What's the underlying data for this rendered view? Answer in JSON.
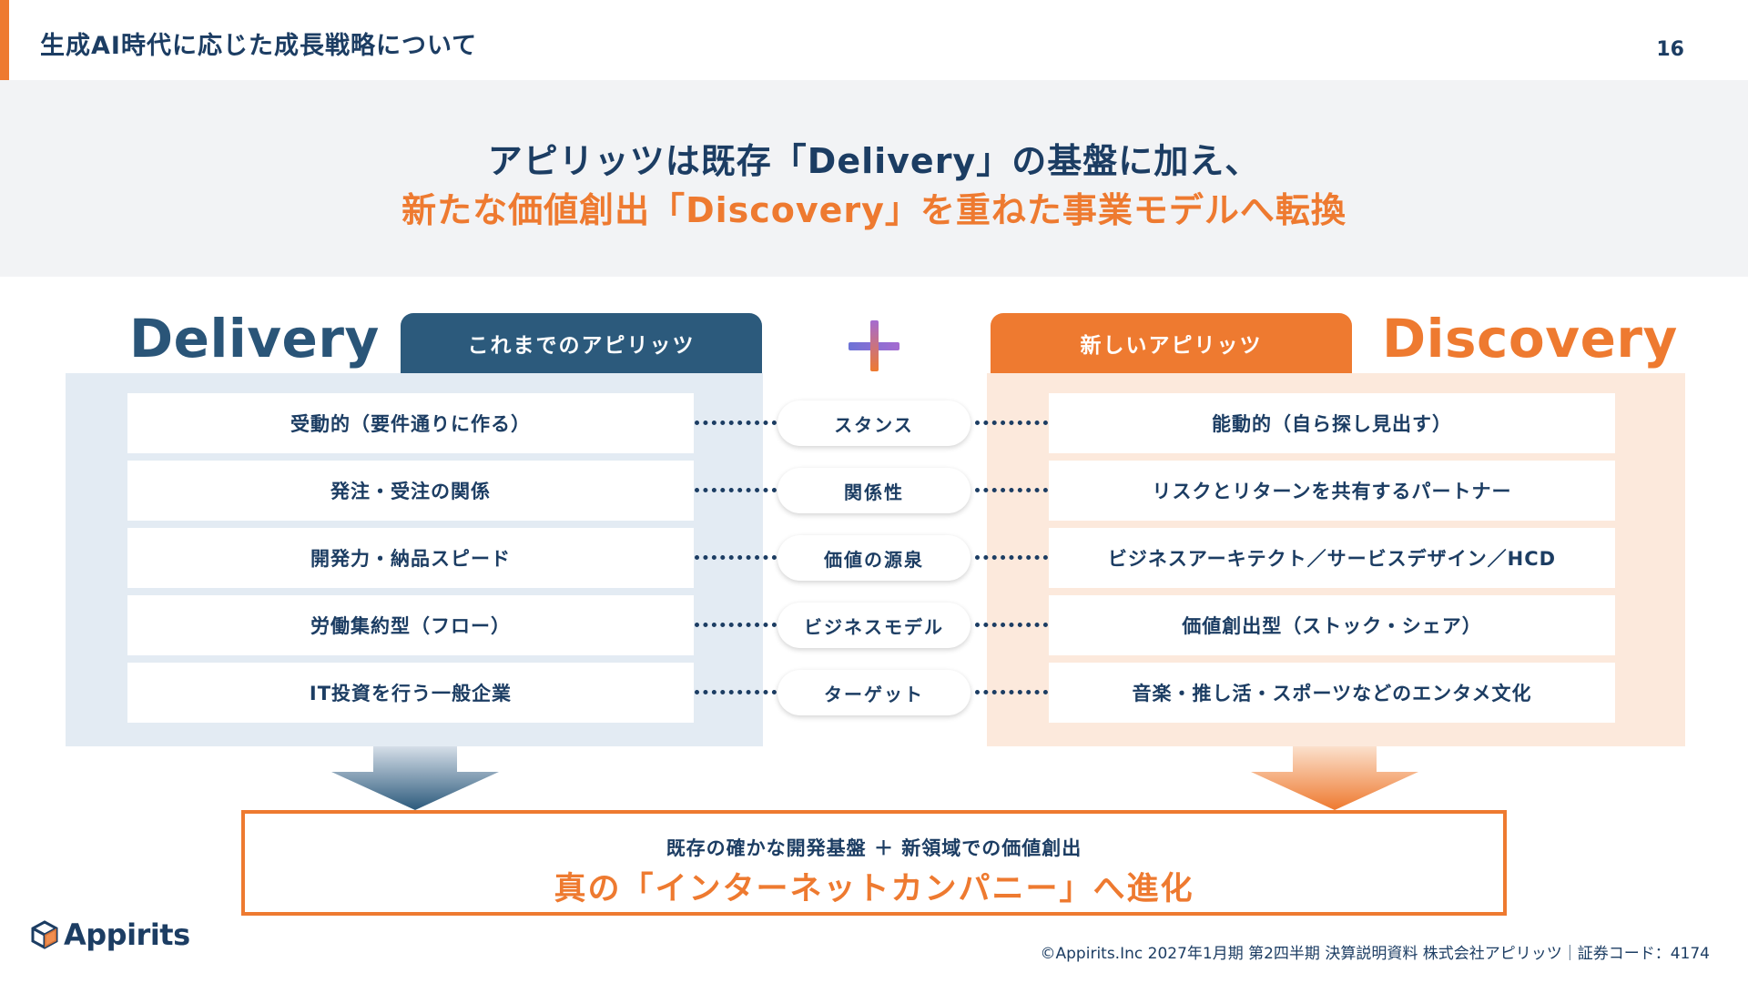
{
  "header": {
    "title": "生成AI時代に応じた成長戦略について",
    "page_number": "16"
  },
  "headline": {
    "line1": "アピリッツは既存「Delivery」の基盤に加え、",
    "line2": "新たな価値創出「Discovery」を重ねた事業モデルへ転換"
  },
  "left": {
    "big_label": "Delivery",
    "tab": "これまでのアピリッツ",
    "items": [
      "受動的（要件通りに作る）",
      "発注・受注の関係",
      "開発力・納品スピード",
      "労働集約型（フロー）",
      "IT投資を行う一般企業"
    ]
  },
  "right": {
    "big_label": "Discovery",
    "tab": "新しいアピリッツ",
    "items": [
      "能動的（自ら探し見出す）",
      "リスクとリターンを共有するパートナー",
      "ビジネスアーキテクト／サービスデザイン／HCD",
      "価値創出型（ストック・シェア）",
      "音楽・推し活・スポーツなどのエンタメ文化"
    ]
  },
  "center": {
    "items": [
      "スタンス",
      "関係性",
      "価値の源泉",
      "ビジネスモデル",
      "ターゲット"
    ]
  },
  "result": {
    "sub": "既存の確かな開発基盤 ＋ 新領域での価値創出",
    "main": "真の「インターネットカンパニー」へ進化"
  },
  "logo": {
    "text": "Appirits",
    "icon": "cube-logo-icon"
  },
  "footer": "©Appirits.Inc 2027年1月期 第2四半期 決算説明資料 株式会社アピリッツ｜証券コード：4174",
  "colors": {
    "navy": "#1c3d63",
    "orange": "#ee7a30",
    "panel_blue": "#e3ebf3",
    "panel_orange": "#fce9dc"
  }
}
